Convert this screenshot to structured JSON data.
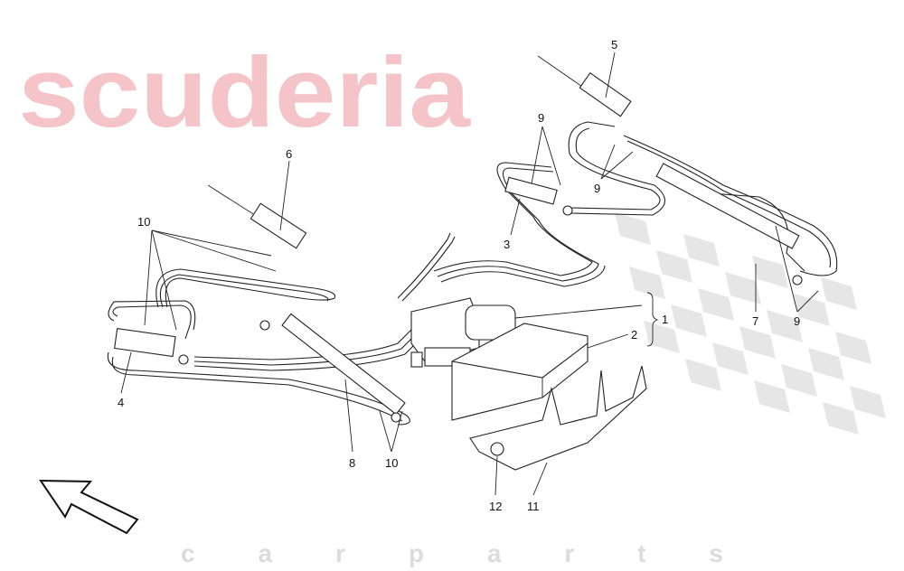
{
  "watermark": {
    "main": "scuderia",
    "sub": "c a r   p a r t s",
    "color": "#f4c4c8",
    "sub_color": "#dcdcdc"
  },
  "diagram": {
    "callouts": [
      {
        "id": "c5",
        "text": "5"
      },
      {
        "id": "c9a",
        "text": "9"
      },
      {
        "id": "c9b",
        "text": "9"
      },
      {
        "id": "c6",
        "text": "6"
      },
      {
        "id": "c10a",
        "text": "10"
      },
      {
        "id": "c3",
        "text": "3"
      },
      {
        "id": "c1",
        "text": "1"
      },
      {
        "id": "c2",
        "text": "2"
      },
      {
        "id": "c7",
        "text": "7"
      },
      {
        "id": "c9c",
        "text": "9"
      },
      {
        "id": "c4",
        "text": "4"
      },
      {
        "id": "c8",
        "text": "8"
      },
      {
        "id": "c10b",
        "text": "10"
      },
      {
        "id": "c12",
        "text": "12"
      },
      {
        "id": "c11",
        "text": "11"
      }
    ],
    "direction_icon": "arrow-forward-icon"
  }
}
